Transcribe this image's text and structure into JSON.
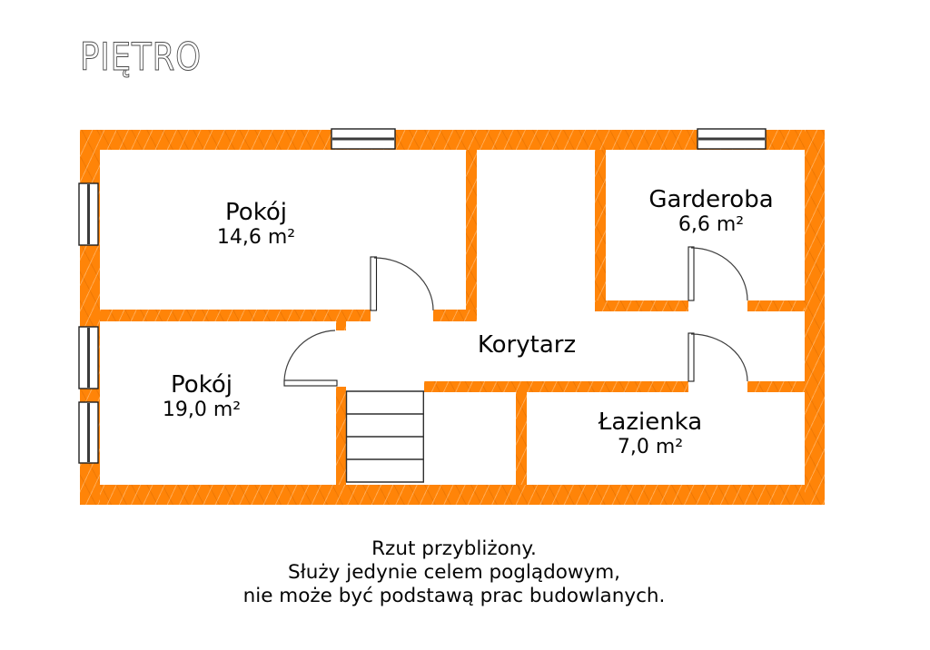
{
  "title": "PIĘTRO",
  "floor_plan": {
    "rooms": {
      "pokoj_top": {
        "name": "Pokój",
        "area": "14,6 m²"
      },
      "garderoba": {
        "name": "Garderoba",
        "area": "6,6 m²"
      },
      "korytarz": {
        "name": "Korytarz"
      },
      "pokoj_bottom": {
        "name": "Pokój",
        "area": "19,0 m²"
      },
      "lazienka": {
        "name": "Łazienka",
        "area": "7,0 m²"
      }
    },
    "colors": {
      "wall_orange": "#ff8408",
      "wall_hatch": "#d26400",
      "line_dark": "#333333",
      "label_text": "#050505",
      "title_stroke": "#4b4b4b"
    }
  },
  "disclaimer": {
    "line1": "Rzut przybliżony.",
    "line2": "Służy jedynie celem poglądowym,",
    "line3": "nie może być podstawą prac budowlanych."
  }
}
